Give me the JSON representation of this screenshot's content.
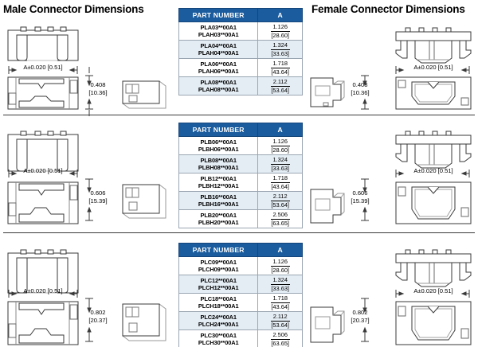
{
  "headings": {
    "male": "Male Connector Dimensions",
    "female": "Female Connector Dimensions"
  },
  "common": {
    "width_dim": "A±0.020 [0.51]",
    "col_part_number": "PART NUMBER",
    "col_a": "A"
  },
  "bands": [
    {
      "id": "band-a",
      "height_in": "0.408",
      "height_mm": "[10.36]",
      "table": {
        "header": {
          "part_number": "PART NUMBER",
          "a": "A"
        },
        "rows": [
          {
            "pn1": "PLA03**00A1",
            "pn2": "PLAH03**00A1",
            "a_in": "1.126",
            "a_mm": "[28.60]"
          },
          {
            "pn1": "PLA04**00A1",
            "pn2": "PLAH04**00A1",
            "a_in": "1.324",
            "a_mm": "[33.63]"
          },
          {
            "pn1": "PLA06**00A1",
            "pn2": "PLAH06**00A1",
            "a_in": "1.718",
            "a_mm": "[43.64]"
          },
          {
            "pn1": "PLA08**00A1",
            "pn2": "PLAH08**00A1",
            "a_in": "2.112",
            "a_mm": "[53.64]"
          }
        ]
      }
    },
    {
      "id": "band-b",
      "height_in": "0.606",
      "height_mm": "[15.39]",
      "table": {
        "header": {
          "part_number": "PART NUMBER",
          "a": "A"
        },
        "rows": [
          {
            "pn1": "PLB06**00A1",
            "pn2": "PLBH06**00A1",
            "a_in": "1.126",
            "a_mm": "[28.60]"
          },
          {
            "pn1": "PLB08**00A1",
            "pn2": "PLBH08**00A1",
            "a_in": "1.324",
            "a_mm": "[33.63]"
          },
          {
            "pn1": "PLB12**00A1",
            "pn2": "PLBH12**00A1",
            "a_in": "1.718",
            "a_mm": "[43.64]"
          },
          {
            "pn1": "PLB16**00A1",
            "pn2": "PLBH16**00A1",
            "a_in": "2.112",
            "a_mm": "[53.64]"
          },
          {
            "pn1": "PLB20**00A1",
            "pn2": "PLBH20**00A1",
            "a_in": "2.506",
            "a_mm": "[63.65]"
          }
        ]
      }
    },
    {
      "id": "band-c",
      "height_in": "0.802",
      "height_mm": "[20.37]",
      "table": {
        "header": {
          "part_number": "PART NUMBER",
          "a": "A"
        },
        "rows": [
          {
            "pn1": "PLC09**00A1",
            "pn2": "PLCH09**00A1",
            "a_in": "1.126",
            "a_mm": "[28.60]"
          },
          {
            "pn1": "PLC12**00A1",
            "pn2": "PLCH12**00A1",
            "a_in": "1.324",
            "a_mm": "[33.63]"
          },
          {
            "pn1": "PLC18**00A1",
            "pn2": "PLCH18**00A1",
            "a_in": "1.718",
            "a_mm": "[43.64]"
          },
          {
            "pn1": "PLC24**00A1",
            "pn2": "PLCH24**00A1",
            "a_in": "2.112",
            "a_mm": "[53.64]"
          },
          {
            "pn1": "PLC30**00A1",
            "pn2": "PLCH30**00A1",
            "a_in": "2.506",
            "a_mm": "[63.65]"
          }
        ]
      }
    }
  ],
  "colors": {
    "table_header_bg": "#1a5c9e",
    "table_header_text": "#ffffff",
    "row_alt_bg": "#e4edf4",
    "line": "#3a3a3a",
    "shade": "#c8c8c8"
  }
}
